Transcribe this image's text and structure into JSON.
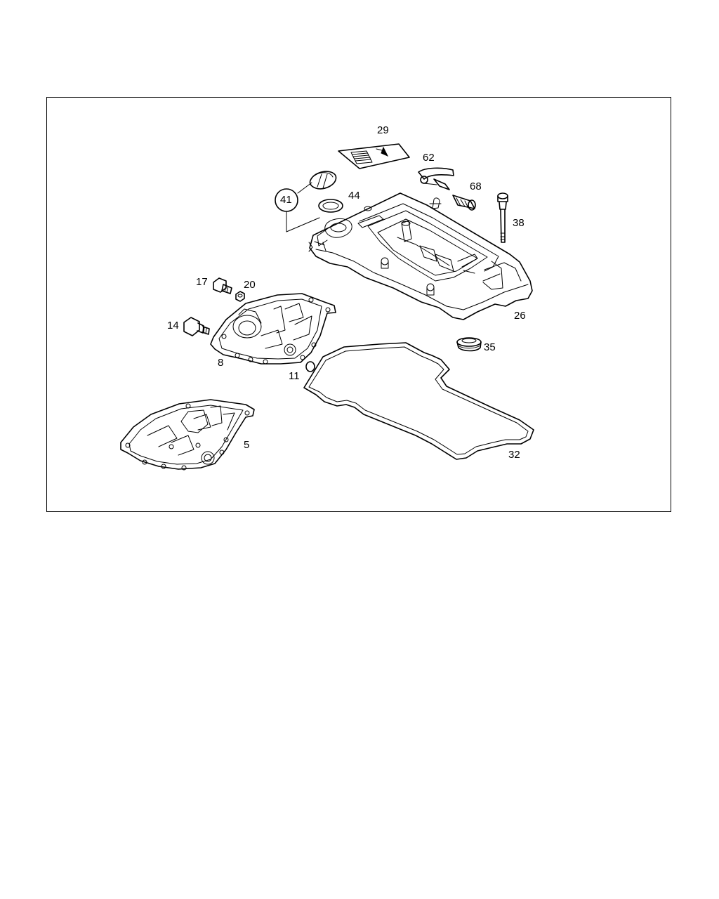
{
  "diagram": {
    "callouts": [
      {
        "id": "29",
        "text": "29"
      },
      {
        "id": "62",
        "text": "62"
      },
      {
        "id": "68",
        "text": "68"
      },
      {
        "id": "41",
        "text": "41"
      },
      {
        "id": "44",
        "text": "44"
      },
      {
        "id": "38",
        "text": "38"
      },
      {
        "id": "17",
        "text": "17"
      },
      {
        "id": "20",
        "text": "20"
      },
      {
        "id": "14",
        "text": "14"
      },
      {
        "id": "26",
        "text": "26"
      },
      {
        "id": "35",
        "text": "35"
      },
      {
        "id": "8",
        "text": "8"
      },
      {
        "id": "11",
        "text": "11"
      },
      {
        "id": "5",
        "text": "5"
      },
      {
        "id": "32",
        "text": "32"
      }
    ]
  }
}
